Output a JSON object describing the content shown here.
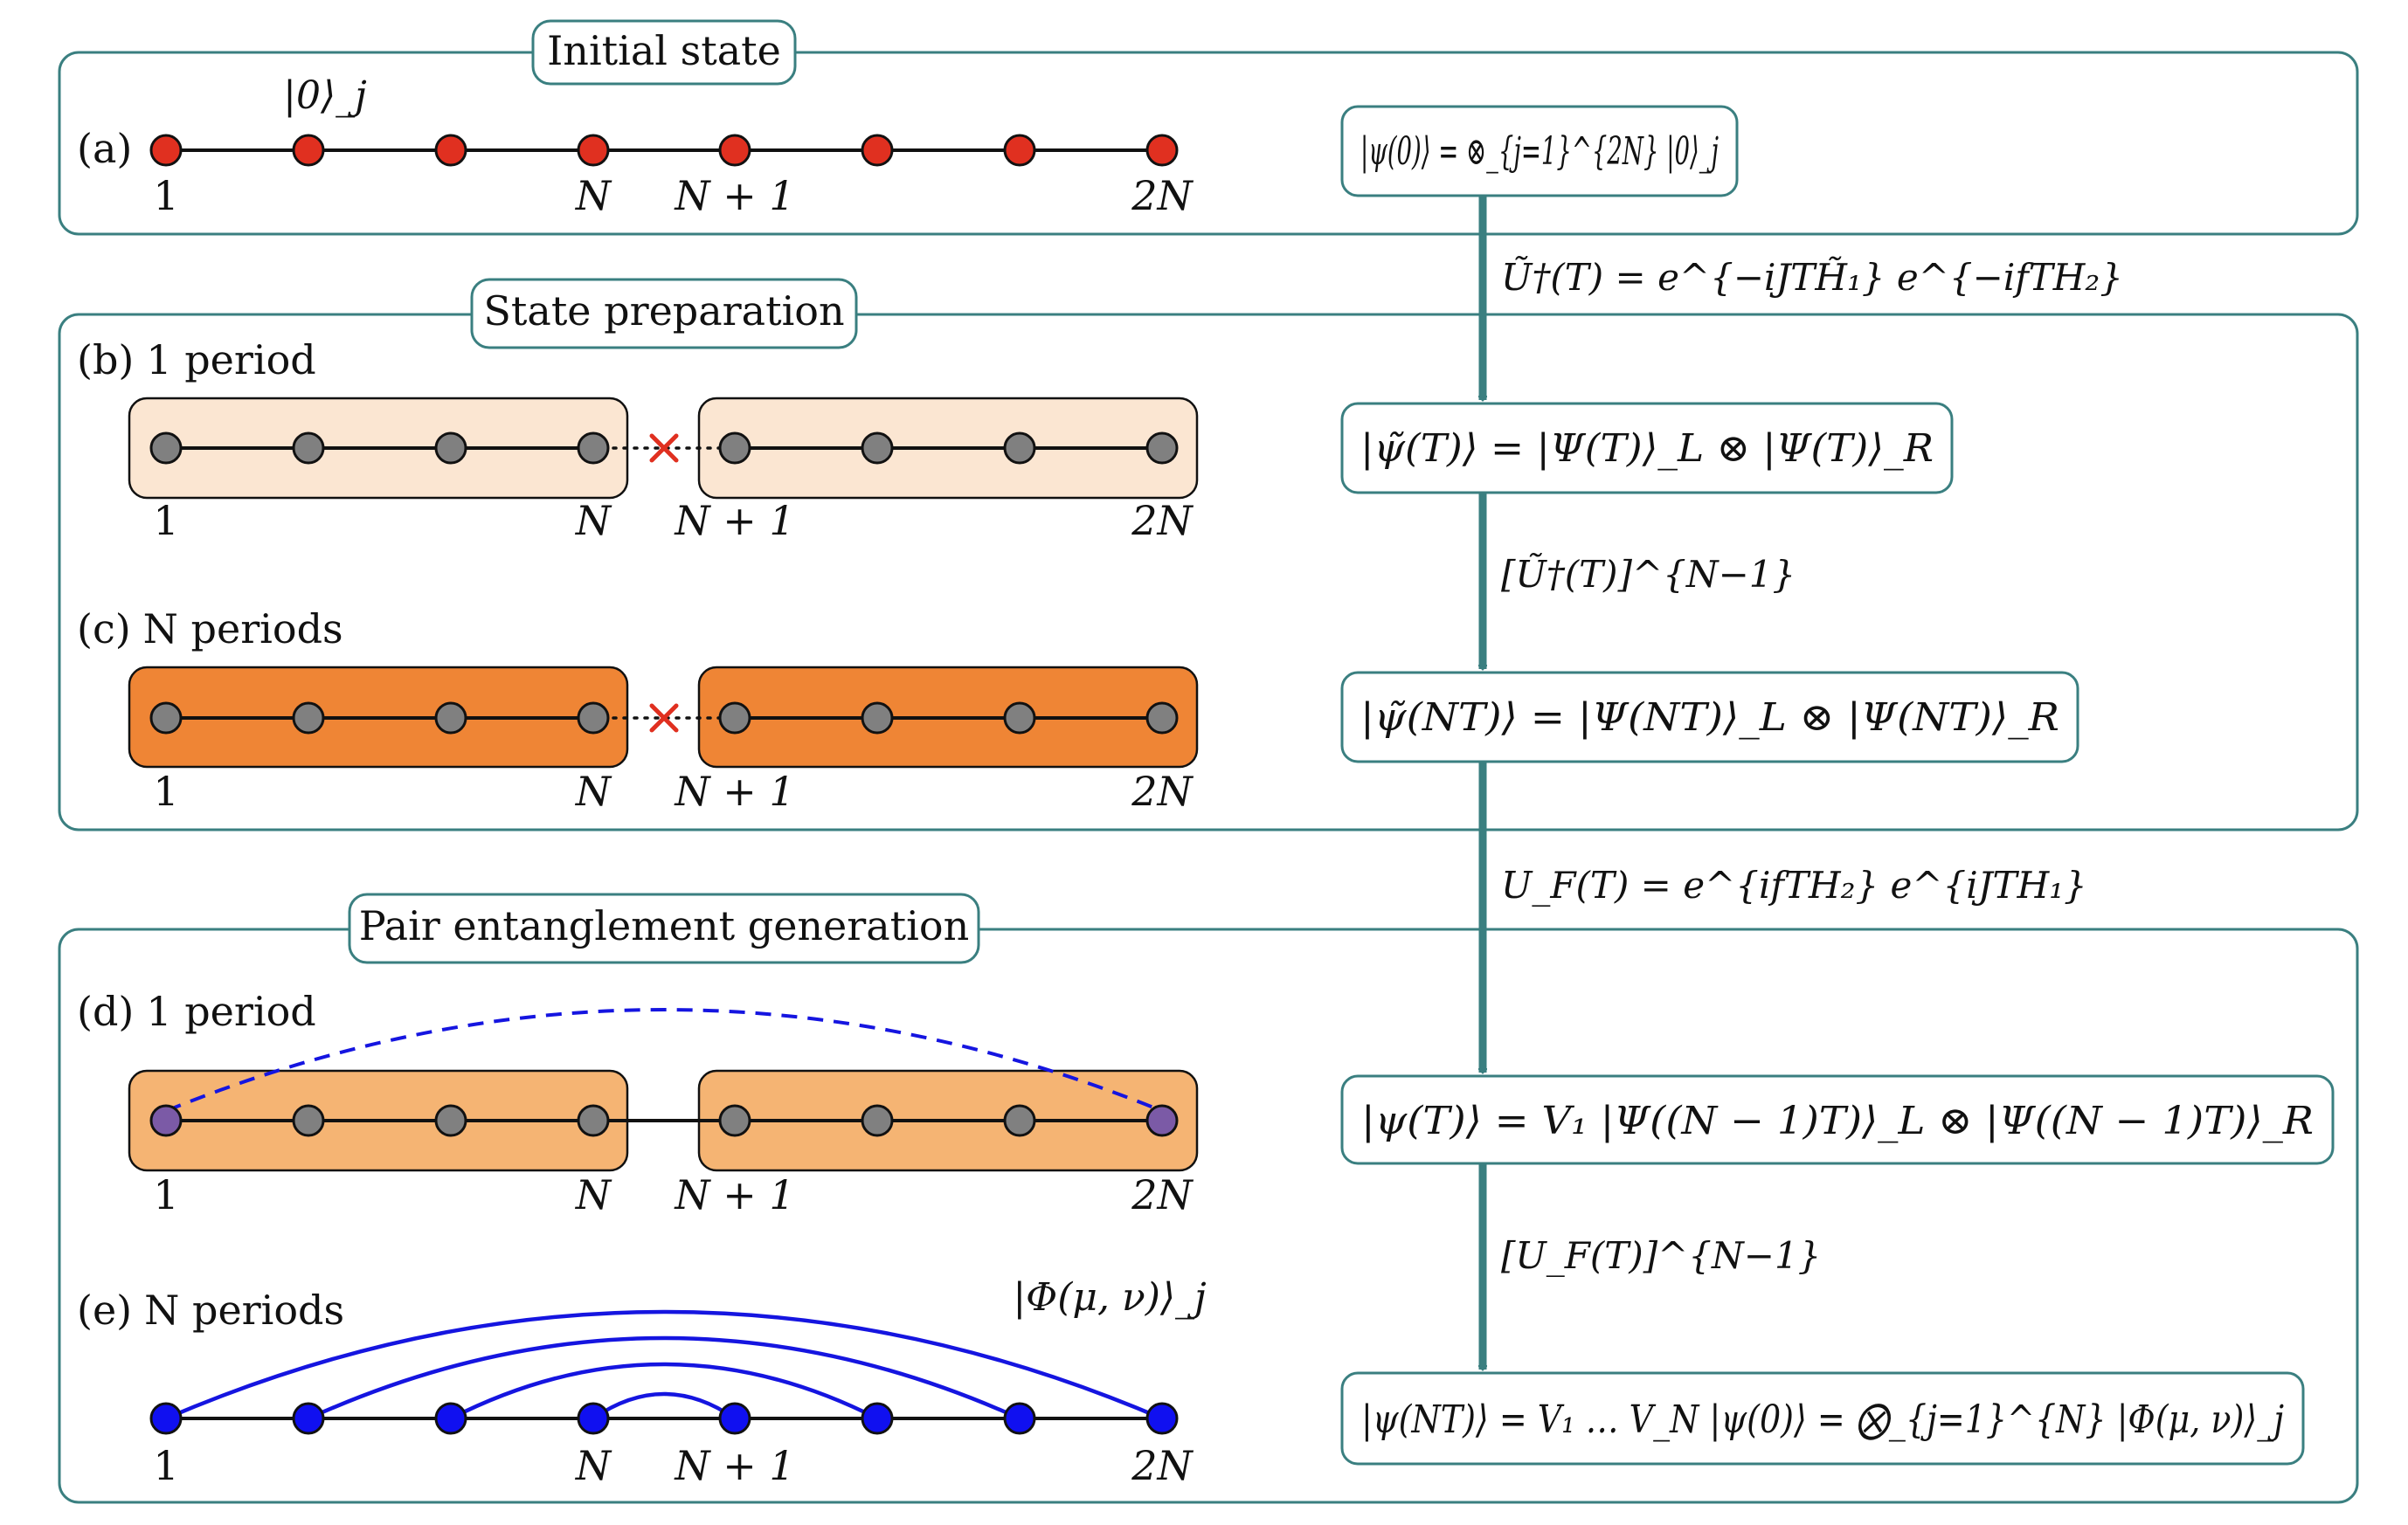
{
  "colors": {
    "frame": "#3a7f80",
    "arrow": "#3a7f80",
    "red_site": "#e03020",
    "grey_site": "#808080",
    "purple_site": "#7b5aa6",
    "blue_site": "#1010f0",
    "light_box": "#fbe6d2",
    "dark_box": "#ef8535",
    "medium_box": "#f5b473",
    "cross": "#e03020",
    "blue_link": "#1515e0"
  },
  "sections": {
    "initial": "Initial state",
    "prep": "State preparation",
    "pair": "Pair entanglement generation"
  },
  "panels": {
    "a": {
      "tag": "(a)",
      "title": ""
    },
    "b": {
      "tag": "(b)",
      "title": "1 period"
    },
    "c": {
      "tag": "(c)",
      "title": "N periods"
    },
    "d": {
      "tag": "(d)",
      "title": "1 period"
    },
    "e": {
      "tag": "(e)",
      "title": "N periods"
    }
  },
  "site_labels": {
    "first": "1",
    "mid": "N",
    "mid_next": "N + 1",
    "last": "2N"
  },
  "annotations": {
    "site_state": "|0⟩_j",
    "pair_state": "|Φ(μ, ν)⟩_j"
  },
  "equations": {
    "psi0": "|ψ(0)⟩ = ⊗_{j=1}^{2N} |0⟩_j",
    "psiT_tilde": "|ψ̃(T)⟩ = |Ψ(T)⟩_L ⊗ |Ψ(T)⟩_R",
    "psiNT_tilde": "|ψ̃(NT)⟩ = |Ψ(NT)⟩_L ⊗ |Ψ(NT)⟩_R",
    "psiT": "|ψ(T)⟩ = V₁ |Ψ((N − 1)T)⟩_L ⊗ |Ψ((N − 1)T)⟩_R",
    "psiNT": "|ψ(NT)⟩ = V₁ … V_N |ψ(0)⟩ = ⨂_{j=1}^{N} |Φ(μ, ν)⟩_j"
  },
  "operators": {
    "op1": "Ũ†(T) = e^{−iJTH̃₁} e^{−ifTH₂}",
    "op2": "[Ũ†(T)]^{N−1}",
    "op3": "U_F(T) = e^{ifTH₂} e^{iJTH₁}",
    "op4": "[U_F(T)]^{N−1}"
  }
}
